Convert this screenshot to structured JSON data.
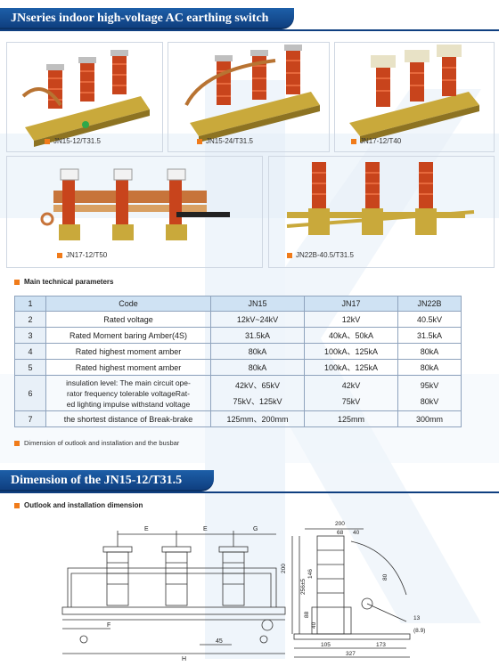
{
  "header": {
    "title": "JNseries indoor high-voltage AC earthing switch"
  },
  "products": [
    {
      "label": "JN15-12/T31.5"
    },
    {
      "label": "JN15-24/T31.5"
    },
    {
      "label": "JN17-12/T40"
    },
    {
      "label": "JN17-12/T50"
    },
    {
      "label": "JN22B-40.5/T31.5"
    }
  ],
  "params": {
    "title": "Main technical parameters",
    "header": [
      "1",
      "Code",
      "JN15",
      "JN17",
      "JN22B"
    ],
    "rows": [
      {
        "no": "2",
        "code": "Rated voltage",
        "jn15": "12kV~24kV",
        "jn17": "12kV",
        "jn22b": "40.5kV"
      },
      {
        "no": "3",
        "code": "Rated Moment baring Amber(4S)",
        "jn15": "31.5kA",
        "jn17": "40kA、50kA",
        "jn22b": "31.5kA"
      },
      {
        "no": "4",
        "code": "Rated highest moment amber",
        "jn15": "80kA",
        "jn17": "100kA、125kA",
        "jn22b": "80kA"
      },
      {
        "no": "5",
        "code": "Rated highest moment amber",
        "jn15": "80kA",
        "jn17": "100kA、125kA",
        "jn22b": "80kA"
      }
    ],
    "insulation": {
      "no": "6",
      "code_lines": [
        "insulation level: The main circuit ope-",
        "rator frequency tolerable voltageRat-",
        "ed lighting impulse withstand voltage"
      ],
      "jn15": [
        "42kV、65kV",
        "75kV、125kV"
      ],
      "jn17": [
        "42kV",
        "75kV"
      ],
      "jn22b": [
        "95kV",
        "80kV"
      ]
    },
    "last": {
      "no": "7",
      "code": "the shortest distance of Break-brake",
      "jn15": "125mm、200mm",
      "jn17": "125mm",
      "jn22b": "300mm"
    }
  },
  "note": "Dimension of outlook and installation and the busbar",
  "dimension": {
    "title": "Dimension of the JN15-12/T31.5",
    "subtitle": "Outlook and installation dimension",
    "front_labels": {
      "E1": "E",
      "E2": "E",
      "G": "G",
      "F": "F",
      "H": "H",
      "d45": "45"
    },
    "side_labels": {
      "w200": "200",
      "w68": "68",
      "w40": "40",
      "h200": "200",
      "h256": "256±5",
      "h146": "146",
      "h88": "88",
      "h40": "40",
      "w105": "105",
      "w173": "173",
      "w327": "327",
      "h80": "80",
      "h13": "13",
      "h8": "(8.9)"
    }
  },
  "colors": {
    "header_blue": "#0f3f80",
    "accent_orange": "#f07b1a",
    "table_head": "#cfe2f3"
  }
}
